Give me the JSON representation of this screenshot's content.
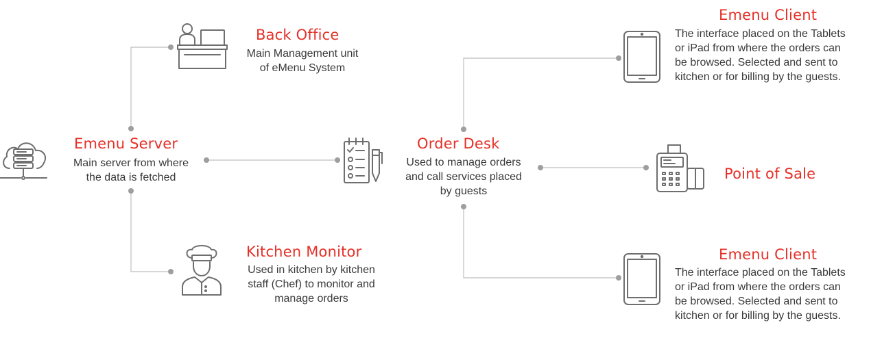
{
  "colors": {
    "title": "#e53027",
    "text": "#3a3a3a",
    "icon_stroke": "#6e6e6e",
    "connector": "#bdbdbd",
    "dot": "#9e9e9e"
  },
  "nodes": {
    "emenu_server": {
      "title": "Emenu Server",
      "description": [
        "Main server from where",
        "the data is fetched"
      ],
      "icon": "cloud-server-icon"
    },
    "back_office": {
      "title": "Back Office",
      "description": [
        "Main Management unit",
        "of eMenu System"
      ],
      "icon": "office-desk-icon"
    },
    "kitchen_monitor": {
      "title": "Kitchen Monitor",
      "description": [
        "Used in kitchen by kitchen",
        "staff (Chef) to monitor and",
        "manage orders"
      ],
      "icon": "chef-icon"
    },
    "order_desk": {
      "title": "Order Desk",
      "description": [
        "Used to manage orders",
        "and call services placed",
        "by guests"
      ],
      "icon": "order-list-icon"
    },
    "emenu_client_top": {
      "title": "Emenu Client",
      "description": [
        "The interface placed on the Tablets",
        "or iPad from where the orders can",
        "be browsed. Selected and sent to",
        "kitchen or for billing by the guests."
      ],
      "icon": "tablet-icon"
    },
    "point_of_sale": {
      "title": "Point of Sale",
      "icon": "pos-terminal-icon"
    },
    "emenu_client_bottom": {
      "title": "Emenu Client",
      "description": [
        "The interface placed on the Tablets",
        "or iPad from where the orders can",
        "be browsed. Selected and sent to",
        "kitchen or for billing by the guests."
      ],
      "icon": "tablet-icon"
    }
  }
}
